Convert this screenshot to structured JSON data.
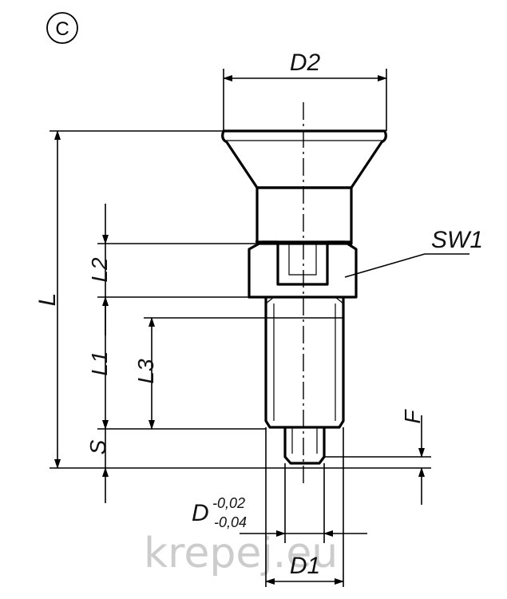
{
  "view_marker": "C",
  "labels": {
    "D2": "D2",
    "L": "L",
    "L1": "L1",
    "L2": "L2",
    "L3": "L3",
    "S": "S",
    "F": "F",
    "SW1": "SW1",
    "D": "D",
    "D_tol_upper": "-0,02",
    "D_tol_lower": "-0,04",
    "D1": "D1"
  },
  "watermark": "krepej.eu"
}
